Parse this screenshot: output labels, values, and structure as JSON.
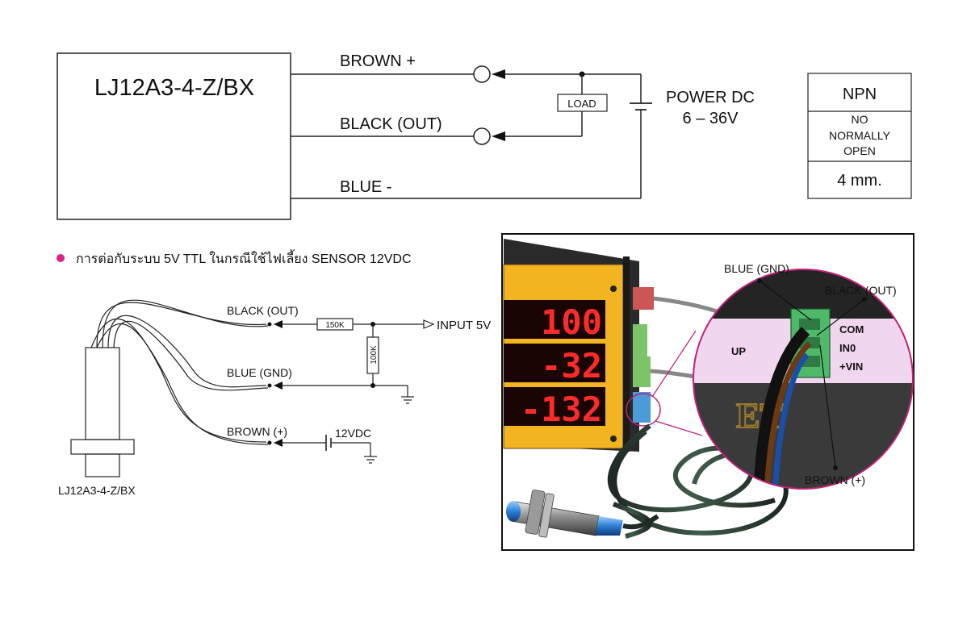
{
  "top": {
    "sensor_model": "LJ12A3-4-Z/BX",
    "wire_brown": "BROWN +",
    "wire_black": "BLACK (OUT)",
    "wire_blue": "BLUE -",
    "load_label": "LOAD",
    "power_line1": "POWER DC",
    "power_line2": "6 – 36V"
  },
  "spec_box": {
    "type": "NPN",
    "mode_line1": "NO",
    "mode_line2": "NORMALLY",
    "mode_line3": "OPEN",
    "distance": "4 mm."
  },
  "bullet": {
    "text": "การต่อกับระบบ 5V TTL ในกรณีใช้ไฟเลี้ยง SENSOR 12VDC",
    "color": "#e0208a"
  },
  "ttl_circuit": {
    "wire_black": "BLACK (OUT)",
    "wire_blue": "BLUE (GND)",
    "wire_brown": "BROWN (+)",
    "resistor_series": "150K",
    "resistor_pulldown": "100K",
    "input_label": "INPUT 5V",
    "supply_label": "12VDC",
    "sensor_caption": "LJ12A3-4-Z/BX"
  },
  "photo": {
    "display_values": [
      "100",
      "-32",
      "-132"
    ],
    "label_blue": "BLUE (GND)",
    "label_black": "BLACK (OUT)",
    "label_brown": "BROWN (+)",
    "terminal_com": "COM",
    "terminal_in0": "IN0",
    "terminal_vin": "+VIN",
    "terminal_up": "UP",
    "logo_text": "ET"
  }
}
